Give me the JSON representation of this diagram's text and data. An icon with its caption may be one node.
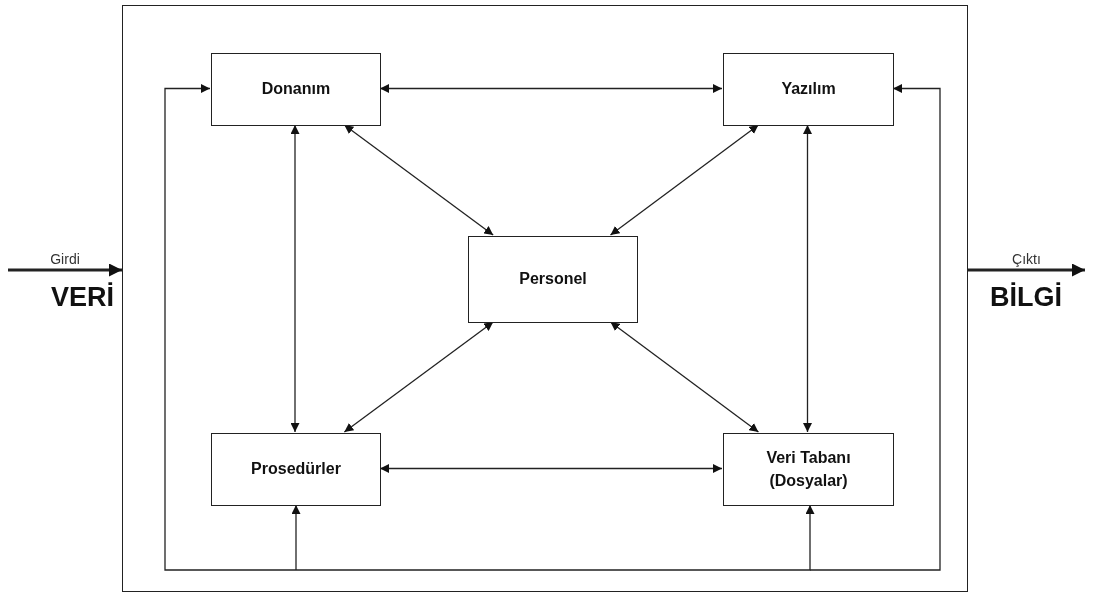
{
  "diagram": {
    "nodes": [
      {
        "text": [],
        "shape": "box"
      },
      {
        "text": [
          "Donanım"
        ],
        "in": 0
      },
      {
        "text": [
          "Yazılım"
        ],
        "in": 0
      },
      {
        "text": [
          "Personel"
        ],
        "in": 0
      },
      {
        "text": [
          "Prosedürler"
        ],
        "in": 0
      },
      {
        "text": [
          "Veri Tabanı (Dosyalar)"
        ],
        "in": 0
      }
    ],
    "edges": [
      {
        "from": null,
        "to": 0,
        "arrow": "to",
        "label": "Girdi",
        "style": "thick"
      },
      {
        "from": 0,
        "to": null,
        "arrow": "to",
        "label": "Çıktı",
        "style": "thick"
      },
      {
        "from": 1,
        "to": 2,
        "arrow": "both"
      },
      {
        "from": 1,
        "to": 4,
        "arrow": "both"
      },
      {
        "from": 2,
        "to": 5,
        "arrow": "both"
      },
      {
        "from": 4,
        "to": 5,
        "arrow": "both"
      },
      {
        "from": 1,
        "to": 3,
        "arrow": "both"
      },
      {
        "from": 2,
        "to": 3,
        "arrow": "both"
      },
      {
        "from": 4,
        "to": 3,
        "arrow": "both"
      },
      {
        "from": 5,
        "to": 3,
        "arrow": "both"
      },
      {
        "from": null,
        "to": 1,
        "arrow": "to"
      },
      {
        "from": null,
        "to": 2,
        "arrow": "to"
      },
      {
        "from": null,
        "to": 4,
        "arrow": "to"
      },
      {
        "from": null,
        "to": 5,
        "arrow": "to"
      }
    ],
    "labels": [
      "VERİ",
      "BİLGİ"
    ]
  }
}
